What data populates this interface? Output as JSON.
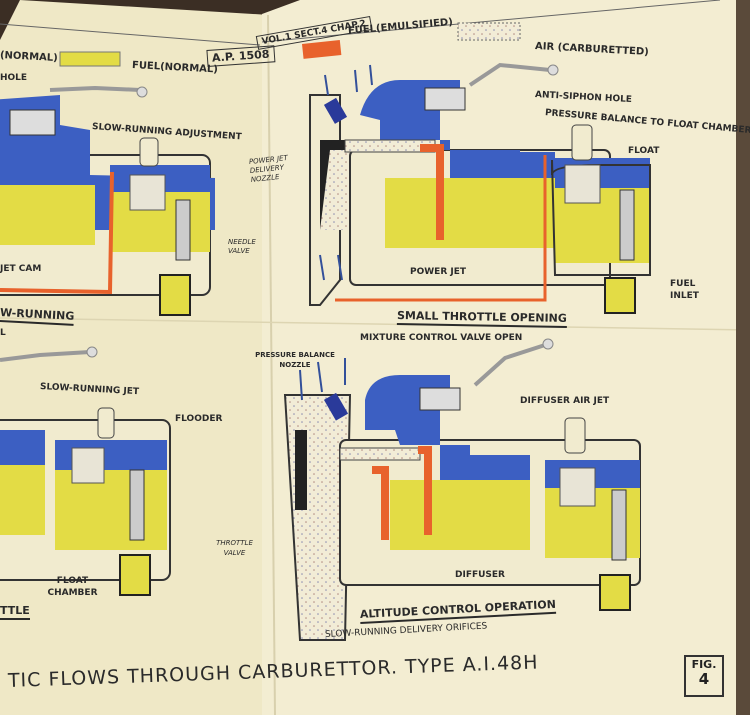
{
  "header": {
    "ref_ap": "A.P. 1508",
    "ref_vol": "VOL.1 SECT.4 CHAP.2"
  },
  "legend": [
    {
      "label": "(NORMAL)",
      "color": null
    },
    {
      "label": "FUEL(NORMAL)",
      "color": "#e3dc45"
    },
    {
      "label": "FUEL(EMULSIFIED)",
      "color": "#e8622c"
    },
    {
      "label": "AIR (CARBURETTED)",
      "color": "#f2ecd6"
    }
  ],
  "colors": {
    "air_normal": "#3c5fc2",
    "fuel_normal": "#e3dc45",
    "fuel_emulsified": "#e8622c",
    "paper": "#f1ebcf"
  },
  "left_top": {
    "labels": {
      "hole": "HOLE",
      "slow_running_adjustment": "SLOW-RUNNING ADJUSTMENT",
      "needle_valve": "NEEDLE VALVE",
      "jet_cam": "JET CAM"
    },
    "caption": "W-RUNNING"
  },
  "left_bottom": {
    "labels": {
      "l": "L",
      "slow_running_jet": "SLOW-RUNNING JET",
      "flooder": "FLOODER",
      "float_chamber": "FLOAT CHAMBER"
    },
    "caption": "TTLE"
  },
  "right_top": {
    "labels": {
      "anti_siphon_hole": "ANTI-SIPHON HOLE",
      "pressure_balance": "PRESSURE BALANCE TO FLOAT CHAMBER",
      "float": "FLOAT",
      "power_jet_nozzle": "POWER JET DELIVERY NOZZLE",
      "power_jet": "POWER JET",
      "fuel_inlet": "FUEL INLET"
    },
    "caption": "SMALL THROTTLE OPENING"
  },
  "right_bottom": {
    "labels": {
      "mixture_control": "MIXTURE CONTROL VALVE OPEN",
      "pressure_balance_nozzle": "PRESSURE BALANCE NOZZLE",
      "diffuser_air_jet": "DIFFUSER AIR JET",
      "throttle_valve": "THROTTLE VALVE",
      "diffuser": "DIFFUSER",
      "slow_running_orifices": "SLOW-RUNNING DELIVERY ORIFICES"
    },
    "caption": "ALTITUDE CONTROL OPERATION"
  },
  "footer": {
    "title": "TIC  FLOWS THROUGH CARBURETTOR. TYPE A.I.48H",
    "fig_label": "FIG.",
    "fig_number": "4"
  }
}
